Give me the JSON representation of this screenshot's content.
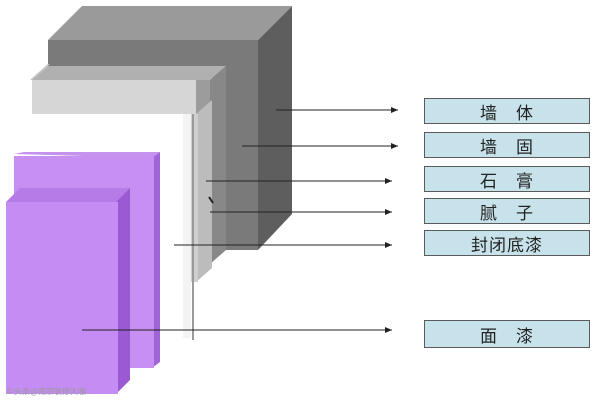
{
  "labels": [
    {
      "id": "wall-body",
      "text": "墙　体"
    },
    {
      "id": "wall-solidifier",
      "text": "墙　固"
    },
    {
      "id": "gypsum",
      "text": "石　膏"
    },
    {
      "id": "putty",
      "text": "腻　子"
    },
    {
      "id": "primer",
      "text": "封闭底漆"
    },
    {
      "id": "topcoat",
      "text": "面　漆"
    }
  ],
  "watermark": "©头条@南京装修大咖",
  "colors": {
    "wall_front": "#7a7a7a",
    "wall_top": "#9a9a9a",
    "wall_side": "#5e5e5e",
    "solidifier_front": "#9c9c9c",
    "solidifier_side": "#888888",
    "gypsum_front": "#d2d2d2",
    "gypsum_side": "#b8b8b8",
    "putty": "#f4f4f4",
    "primer_line": "#9a9a9a",
    "topcoat_front": "#c58df4",
    "topcoat_top": "#b77be8",
    "topcoat_side": "#9b5ad3",
    "label_fill": "#c7e2ea",
    "label_border": "#5a5a5a",
    "arrow": "#222222"
  }
}
